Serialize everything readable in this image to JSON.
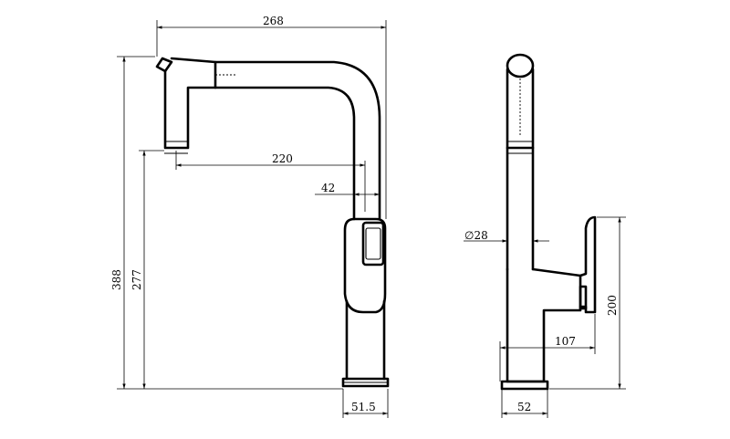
{
  "front_view": {
    "overall_width": "268",
    "overall_height": "388",
    "spout_height": "277",
    "spout_reach": "220",
    "body_offset": "42",
    "base_width": "51.5"
  },
  "side_view": {
    "spout_diameter": "∅28",
    "lever_height": "200",
    "lever_reach": "107",
    "base_width": "52"
  }
}
